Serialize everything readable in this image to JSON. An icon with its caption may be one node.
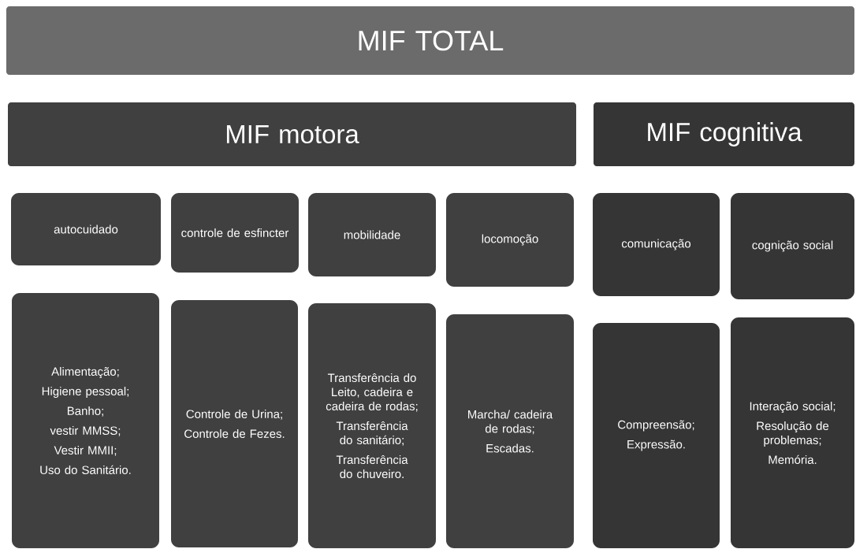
{
  "diagram": {
    "nodes": [
      {
        "text": [
          "MIF TOTAL"
        ]
      },
      {
        "text": [
          "MIF motora"
        ]
      },
      {
        "text": [
          "MIF cognitiva"
        ]
      },
      {
        "text": [
          "autocuidado"
        ]
      },
      {
        "text": [
          "controle de esfincter"
        ]
      },
      {
        "text": [
          "mobilidade"
        ]
      },
      {
        "text": [
          "locomoção"
        ]
      },
      {
        "text": [
          "comunicação"
        ]
      },
      {
        "text": [
          "cognição social"
        ]
      },
      {
        "text": [
          "Alimentação;",
          "Higiene pessoal;",
          "Banho;",
          "vestir MMSS;",
          "Vestir MMII;",
          "Uso do Sanitário."
        ]
      },
      {
        "text": [
          "Controle de Urina;",
          "Controle de Fezes."
        ]
      },
      {
        "text": [
          "Transferência do Leito, cadeira e cadeira de rodas;",
          "Transferência do sanitário;",
          "Transferência do chuveiro."
        ]
      },
      {
        "text": [
          "Marcha/ cadeira de rodas;",
          "Escadas."
        ]
      },
      {
        "text": [
          "Compreensão;",
          "Expressão."
        ]
      },
      {
        "text": [
          "Interação social;",
          "Resolução de problemas;",
          "Memória."
        ]
      }
    ]
  }
}
